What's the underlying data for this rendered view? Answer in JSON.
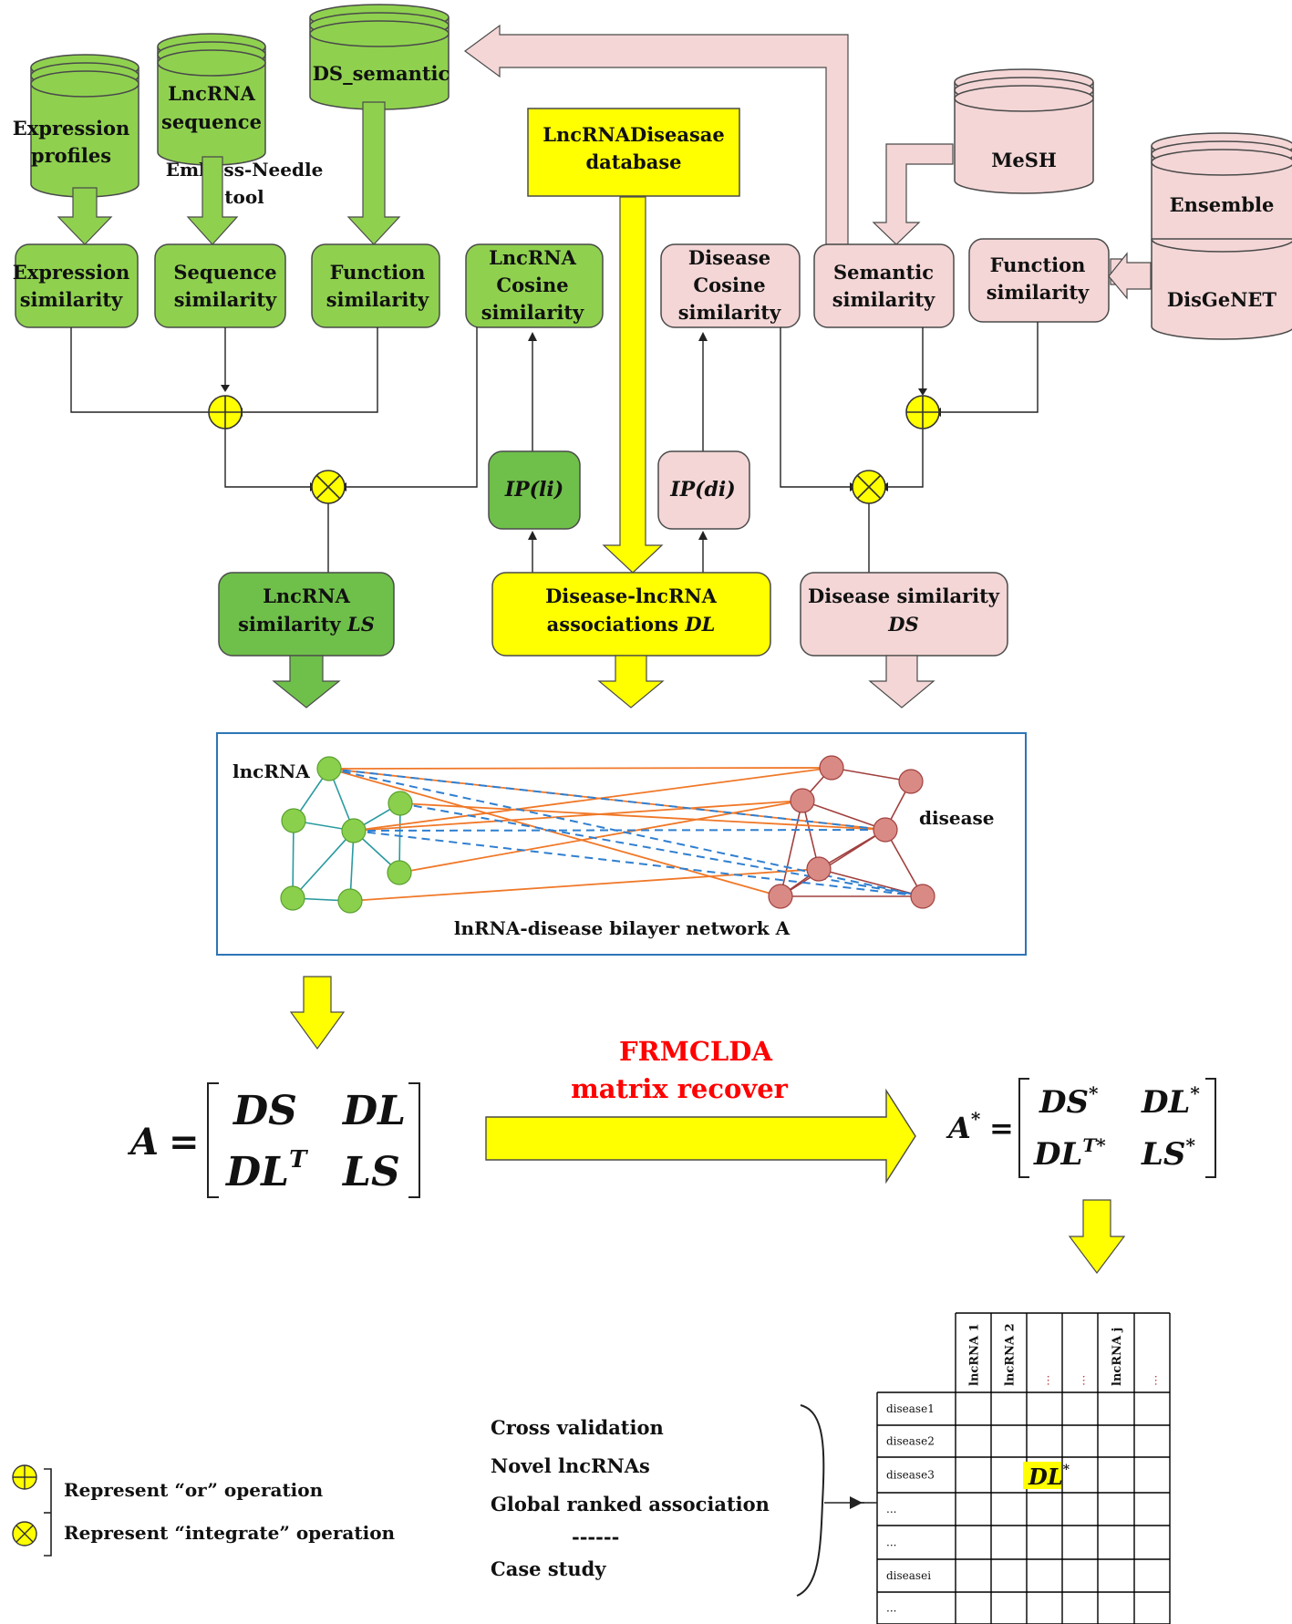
{
  "colors": {
    "green": "#8fd14f",
    "green_dark": "#6fc04a",
    "pink": "#f4d6d6",
    "yellow": "#ffff00",
    "red_title": "#ff0000",
    "lnc_node": "#8bd04c",
    "lnc_edge": "#2a9aa0",
    "dis_node": "#d98a85",
    "dis_edge": "#a0403e",
    "cross_orange": "#f07828",
    "cross_dashed": "#2f7fd0",
    "network_border": "#2e75b6"
  },
  "databases": {
    "expression": {
      "line1": "Expression",
      "line2": "profiles"
    },
    "sequence": {
      "line1": "LncRNA",
      "line2": "sequence"
    },
    "ds_semantic": {
      "line1": "DS_semantic"
    },
    "mesh": {
      "line1": "MeSH"
    },
    "ensemble": {
      "line1": "Ensemble"
    },
    "disgenet": {
      "line1": "DisGeNET"
    }
  },
  "lncrna_disease_db": {
    "line1": "LncRNADiseasae",
    "line2": "database"
  },
  "emboss": {
    "line1": "Emboss-Needle",
    "line2": "tool"
  },
  "boxes": {
    "expression_similarity": {
      "line1": "Expression",
      "line2": "similarity"
    },
    "sequence_similarity": {
      "line1": "Sequence",
      "line2": "similarity"
    },
    "function_similarity_l": {
      "line1": "Function",
      "line2": "similarity"
    },
    "lncrna_cosine": {
      "line1": "LncRNA",
      "line2": "Cosine",
      "line3": "similarity"
    },
    "disease_cosine": {
      "line1": "Disease",
      "line2": "Cosine",
      "line3": "similarity"
    },
    "semantic_similarity": {
      "line1": "Semantic",
      "line2": "similarity"
    },
    "function_similarity_d": {
      "line1": "Function",
      "line2": "similarity"
    },
    "ip_li": "IP(li)",
    "ip_di": "IP(di)",
    "lncrna_ls": {
      "line1": "LncRNA",
      "line2a": "similarity ",
      "line2b": "LS"
    },
    "dl_assoc": {
      "line1": "Disease-lncRNA",
      "line2a": "associations ",
      "line2b": "DL"
    },
    "ds_box": {
      "line1": "Disease similarity",
      "line2": "DS"
    }
  },
  "network": {
    "lncrna_label": "lncRNA",
    "disease_label": "disease",
    "caption": "lnRNA-disease bilayer network A"
  },
  "frmclda": {
    "line1": "FRMCLDA",
    "line2": "matrix recover"
  },
  "matrix_a": {
    "lhs": "A",
    "eq": "=",
    "ds": "DS",
    "dl": "DL",
    "dlt_base": "DL",
    "dlt_sup": "T",
    "ls": "LS"
  },
  "matrix_astar": {
    "lhs": "A",
    "lhs_sup": "*",
    "eq": "=",
    "ds": "DS",
    "ds_sup": "*",
    "dl": "DL",
    "dl_sup": "*",
    "dlt_base": "DL",
    "dlt_sup": "T*",
    "ls": "LS",
    "ls_sup": "*"
  },
  "outputs": {
    "items": [
      "Cross validation",
      "Novel lncRNAs",
      "Global ranked association",
      "------",
      "Case study"
    ]
  },
  "legend": {
    "or_text": "Represent  “or” operation",
    "integrate_text": "Represent  “integrate” operation"
  },
  "result_table": {
    "columns": [
      "lncRNA 1",
      "lncRNA 2",
      "...",
      "...",
      "lncRNA j",
      "..."
    ],
    "rows": [
      "disease1",
      "disease2",
      "disease3",
      "...",
      "...",
      "diseasei",
      "..."
    ],
    "highlight_base": "DL",
    "highlight_sup": "*"
  }
}
